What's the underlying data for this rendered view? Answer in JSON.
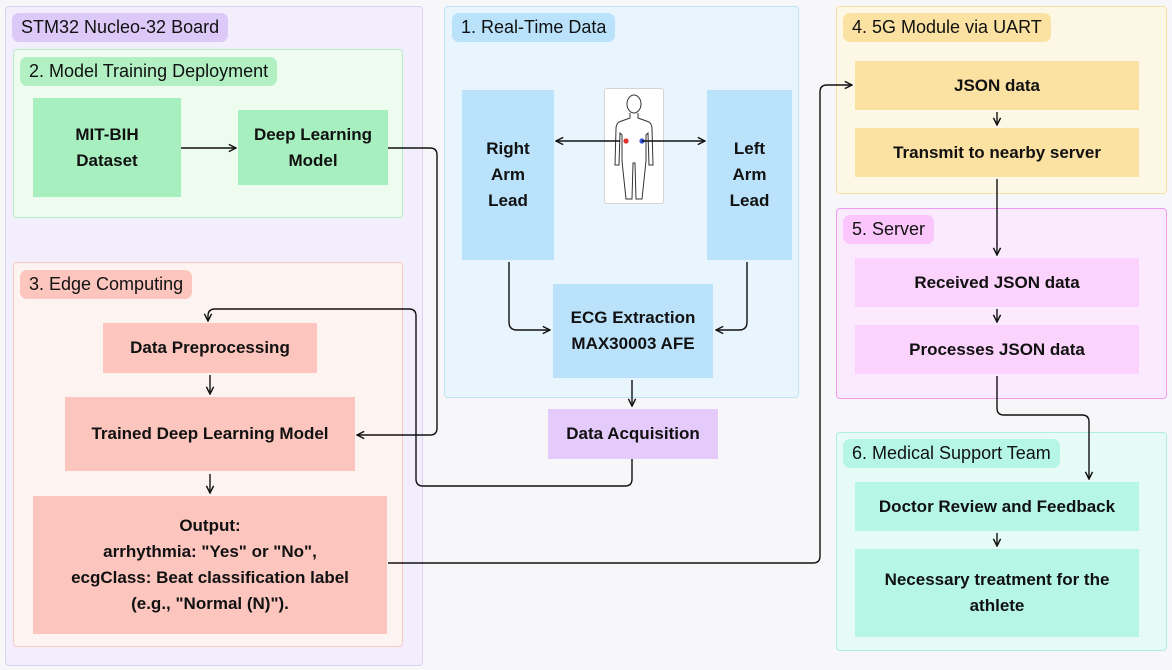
{
  "board": {
    "label": "STM32 Nucleo-32 Board"
  },
  "training": {
    "label": "2. Model Training Deployment",
    "dataset": "MIT-BIH\nDataset",
    "model": "Deep Learning\nModel"
  },
  "edge": {
    "label": "3. Edge Computing",
    "preprocessing": "Data Preprocessing",
    "trained_model": "Trained Deep Learning Model",
    "output": "Output:\narrhythmia: \"Yes\" or \"No\",\necgClass: Beat classification label\n(e.g., \"Normal (N)\")."
  },
  "realtime": {
    "label": "1. Real-Time Data",
    "right_arm": "Right\nArm\nLead",
    "left_arm": "Left\nArm\nLead",
    "ecg": "ECG Extraction\nMAX30003 AFE",
    "acquisition": "Data Acquisition"
  },
  "module5g": {
    "label": "4. 5G Module via UART",
    "json": "JSON data",
    "transmit": "Transmit to nearby server"
  },
  "server": {
    "label": "5. Server",
    "received": "Received JSON data",
    "processes": "Processes JSON data"
  },
  "medical": {
    "label": "6. Medical Support Team",
    "review": "Doctor Review and Feedback",
    "treatment": "Necessary treatment for the\nathlete"
  },
  "colors": {
    "board_bg": "#f3eefc",
    "board_border": "#dcd0f3",
    "board_tag": "#dcc9f7",
    "training_bg": "#eefcf0",
    "training_border": "#b9ecc4",
    "green_box": "#a8efc0",
    "edge_bg": "#fdf3f1",
    "edge_border": "#f6c9c2",
    "red_box": "#fcc6bf",
    "realtime_bg": "#e9f5fc",
    "realtime_border": "#bfe4f6",
    "blue_box": "#bae2fb",
    "purple_box": "#e4cbfb",
    "g5_bg": "#fdf7e6",
    "g5_border": "#f6e2a8",
    "yellow_box": "#fbe2a2",
    "server_bg": "#fbe9fd",
    "server_border": "#ee9bf2",
    "pink_box": "#fbd3fc",
    "med_bg": "#e7fbf6",
    "med_border": "#aeeedb",
    "teal_box": "#b5f6e6"
  }
}
